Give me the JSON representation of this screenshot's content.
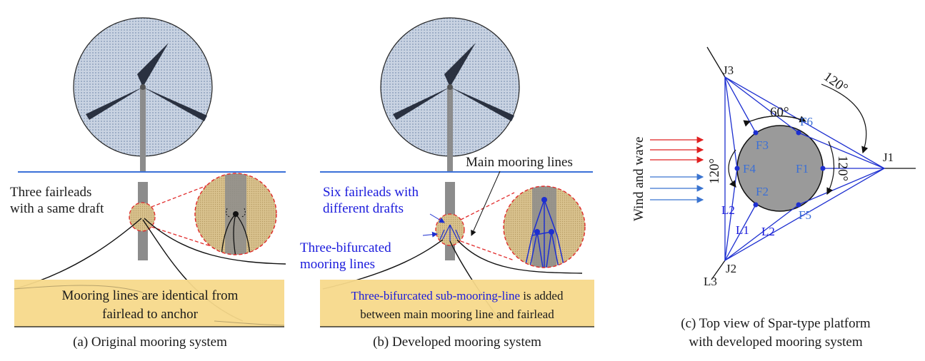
{
  "colors": {
    "sea": "#3b70d8",
    "mooring_blue": "#1d2fd0",
    "box_fill": "#f7d98b",
    "rotor_fill": "#b8c6da",
    "tower": "#8c8c8c",
    "platform_gray": "#9a9a9a",
    "detail_red": "#e12b2b",
    "arrow_red": "#e02020",
    "arrow_blue": "#3a74d0"
  },
  "panel_a": {
    "label_fairleads_l1": "Three fairleads",
    "label_fairleads_l2": "with a same draft",
    "box_line1": "Mooring lines are identical from",
    "box_line2": "fairlead to anchor",
    "caption": "(a) Original mooring system"
  },
  "panel_b": {
    "label_main": "Main mooring lines",
    "label_six_l1": "Six fairleads with",
    "label_six_l2": "different drafts",
    "label_three_l1": "Three-bifurcated",
    "label_three_l2": "mooring lines",
    "box_line1_blue": "Three-bifurcated sub-mooring-line",
    "box_line1_rest": " is added",
    "box_line2": "between main mooring line and fairlead",
    "caption": "(b) Developed mooring system"
  },
  "panel_c": {
    "wind_label": "Wind and wave",
    "angle_120_top": "120°",
    "angle_60": "60°",
    "angle_120_left": "120°",
    "angle_120_right": "120°",
    "J1": "J1",
    "J2": "J2",
    "J3": "J3",
    "L1": "L1",
    "L2a": "L2",
    "L2b": "L2",
    "L3": "L3",
    "F1": "F1",
    "F2": "F2",
    "F3": "F3",
    "F4": "F4",
    "F5": "F5",
    "F6": "F6",
    "caption_l1": "(c) Top view of Spar-type platform",
    "caption_l2": "with developed mooring system"
  }
}
